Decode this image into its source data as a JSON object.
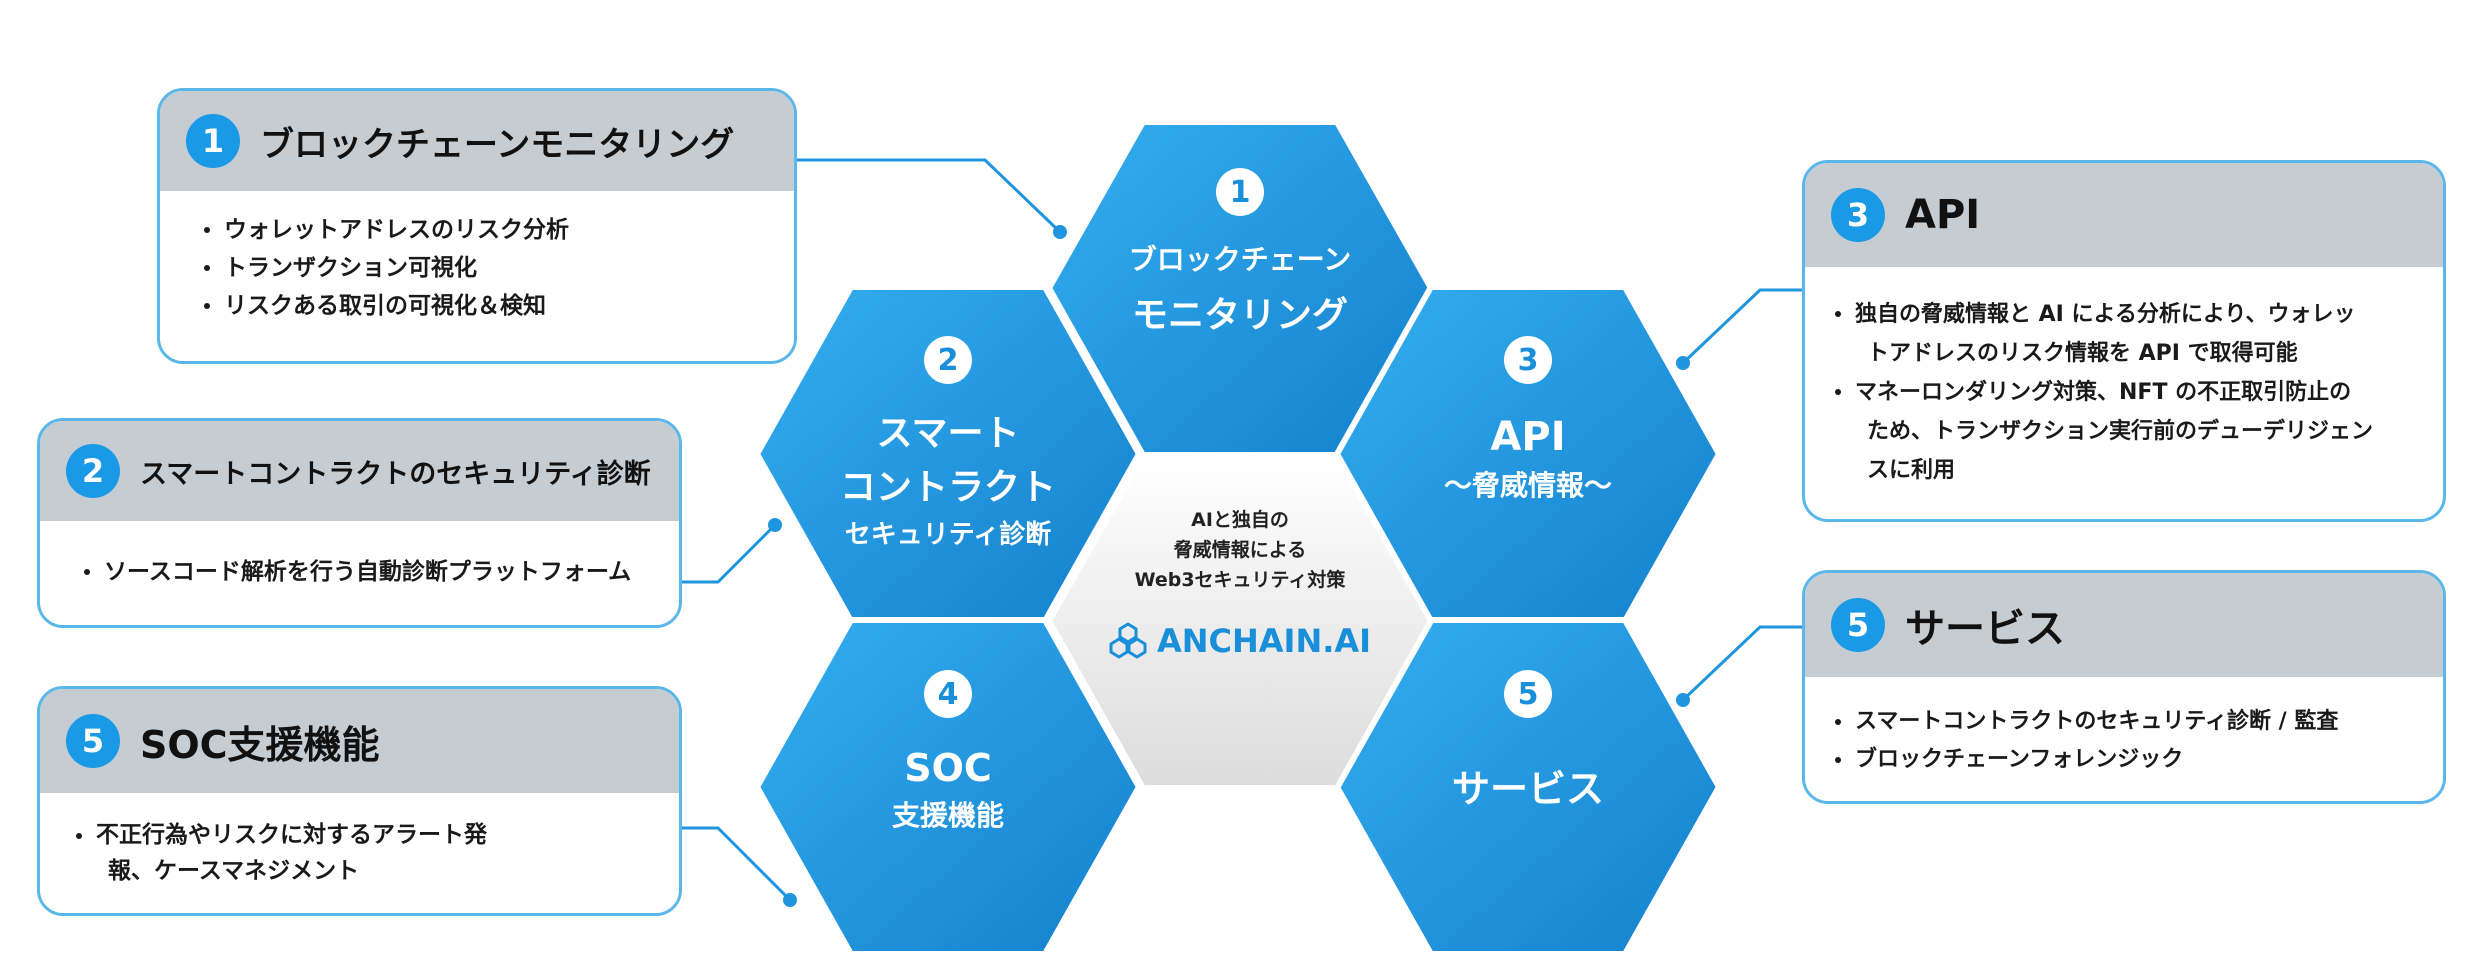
{
  "colors": {
    "hex_fill": "#1a8fd9",
    "hex_fill_light": "#2ca7ec",
    "box_border": "#5bb7ea",
    "box_header": "#c6cdd2",
    "badge": "#1a9ae6",
    "connector": "#1e95de"
  },
  "hexagons": [
    {
      "number": "1",
      "lines": [
        "ブロックチェーン",
        "モニタリング"
      ]
    },
    {
      "number": "2",
      "lines": [
        "スマート",
        "コントラクト",
        "セキュリティ診断"
      ]
    },
    {
      "number": "3",
      "lines": [
        "API",
        "〜脅威情報〜"
      ]
    },
    {
      "number": "4",
      "lines": [
        "SOC",
        "支援機能"
      ]
    },
    {
      "number": "5",
      "lines": [
        "サービス"
      ]
    }
  ],
  "center": {
    "lines": [
      "AIと独自の",
      "脅威情報による",
      "Web3セキュリティ対策"
    ],
    "logo_icon": "anchain-cubes-icon",
    "logo_text": "ANCHAIN.AI"
  },
  "boxes": [
    {
      "number": "1",
      "title": "ブロックチェーンモニタリング",
      "items": [
        "ウォレットアドレスのリスク分析",
        "トランザクション可視化",
        "リスクある取引の可視化＆検知"
      ]
    },
    {
      "number": "2",
      "title": "スマートコントラクトのセキュリティ診断",
      "items": [
        "ソースコード解析を行う自動診断プラットフォーム"
      ]
    },
    {
      "number": "5",
      "title": "SOC支援機能",
      "items": [
        "不正行為やリスクに対するアラート発",
        "報、ケースマネジメント"
      ]
    },
    {
      "number": "3",
      "title": "API",
      "items": [
        "独自の脅威情報と AI による分析により、ウォレッ",
        "トアドレスのリスク情報を API で取得可能",
        "マネーロンダリング対策、NFT の不正取引防止の",
        "ため、トランザクション実行前のデューデリジェン",
        "スに利用"
      ]
    },
    {
      "number": "5",
      "title": "サービス",
      "items": [
        "スマートコントラクトのセキュリティ診断 / 監査",
        "ブロックチェーンフォレンジック"
      ]
    }
  ]
}
